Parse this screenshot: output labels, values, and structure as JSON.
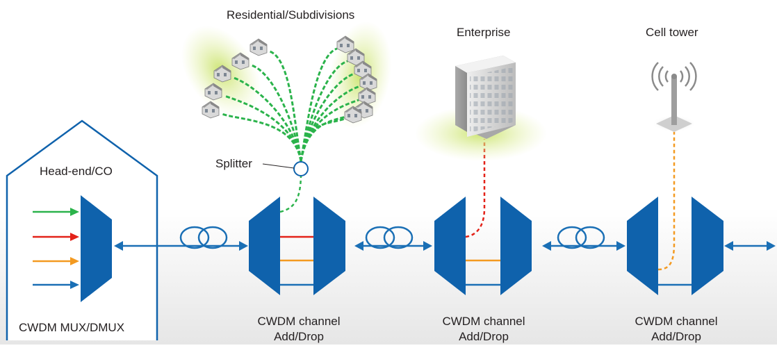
{
  "labels": {
    "residential": "Residential/Subdivisions",
    "enterprise": "Enterprise",
    "cell_tower": "Cell tower",
    "splitter": "Splitter",
    "head_end": "Head-end/CO",
    "mux": "CWDM MUX/DMUX",
    "add_drop_1": [
      "CWDM channel",
      "Add/Drop"
    ],
    "add_drop_2": [
      "CWDM channel",
      "Add/Drop"
    ],
    "add_drop_3": [
      "CWDM channel",
      "Add/Drop"
    ]
  },
  "colors": {
    "device_blue": "#0f62ac",
    "fiber_blue": "#1a6fb5",
    "green": "#2bb34b",
    "red": "#e32219",
    "orange": "#f39a21",
    "glow": "#d5e88a",
    "text": "#231f20"
  }
}
